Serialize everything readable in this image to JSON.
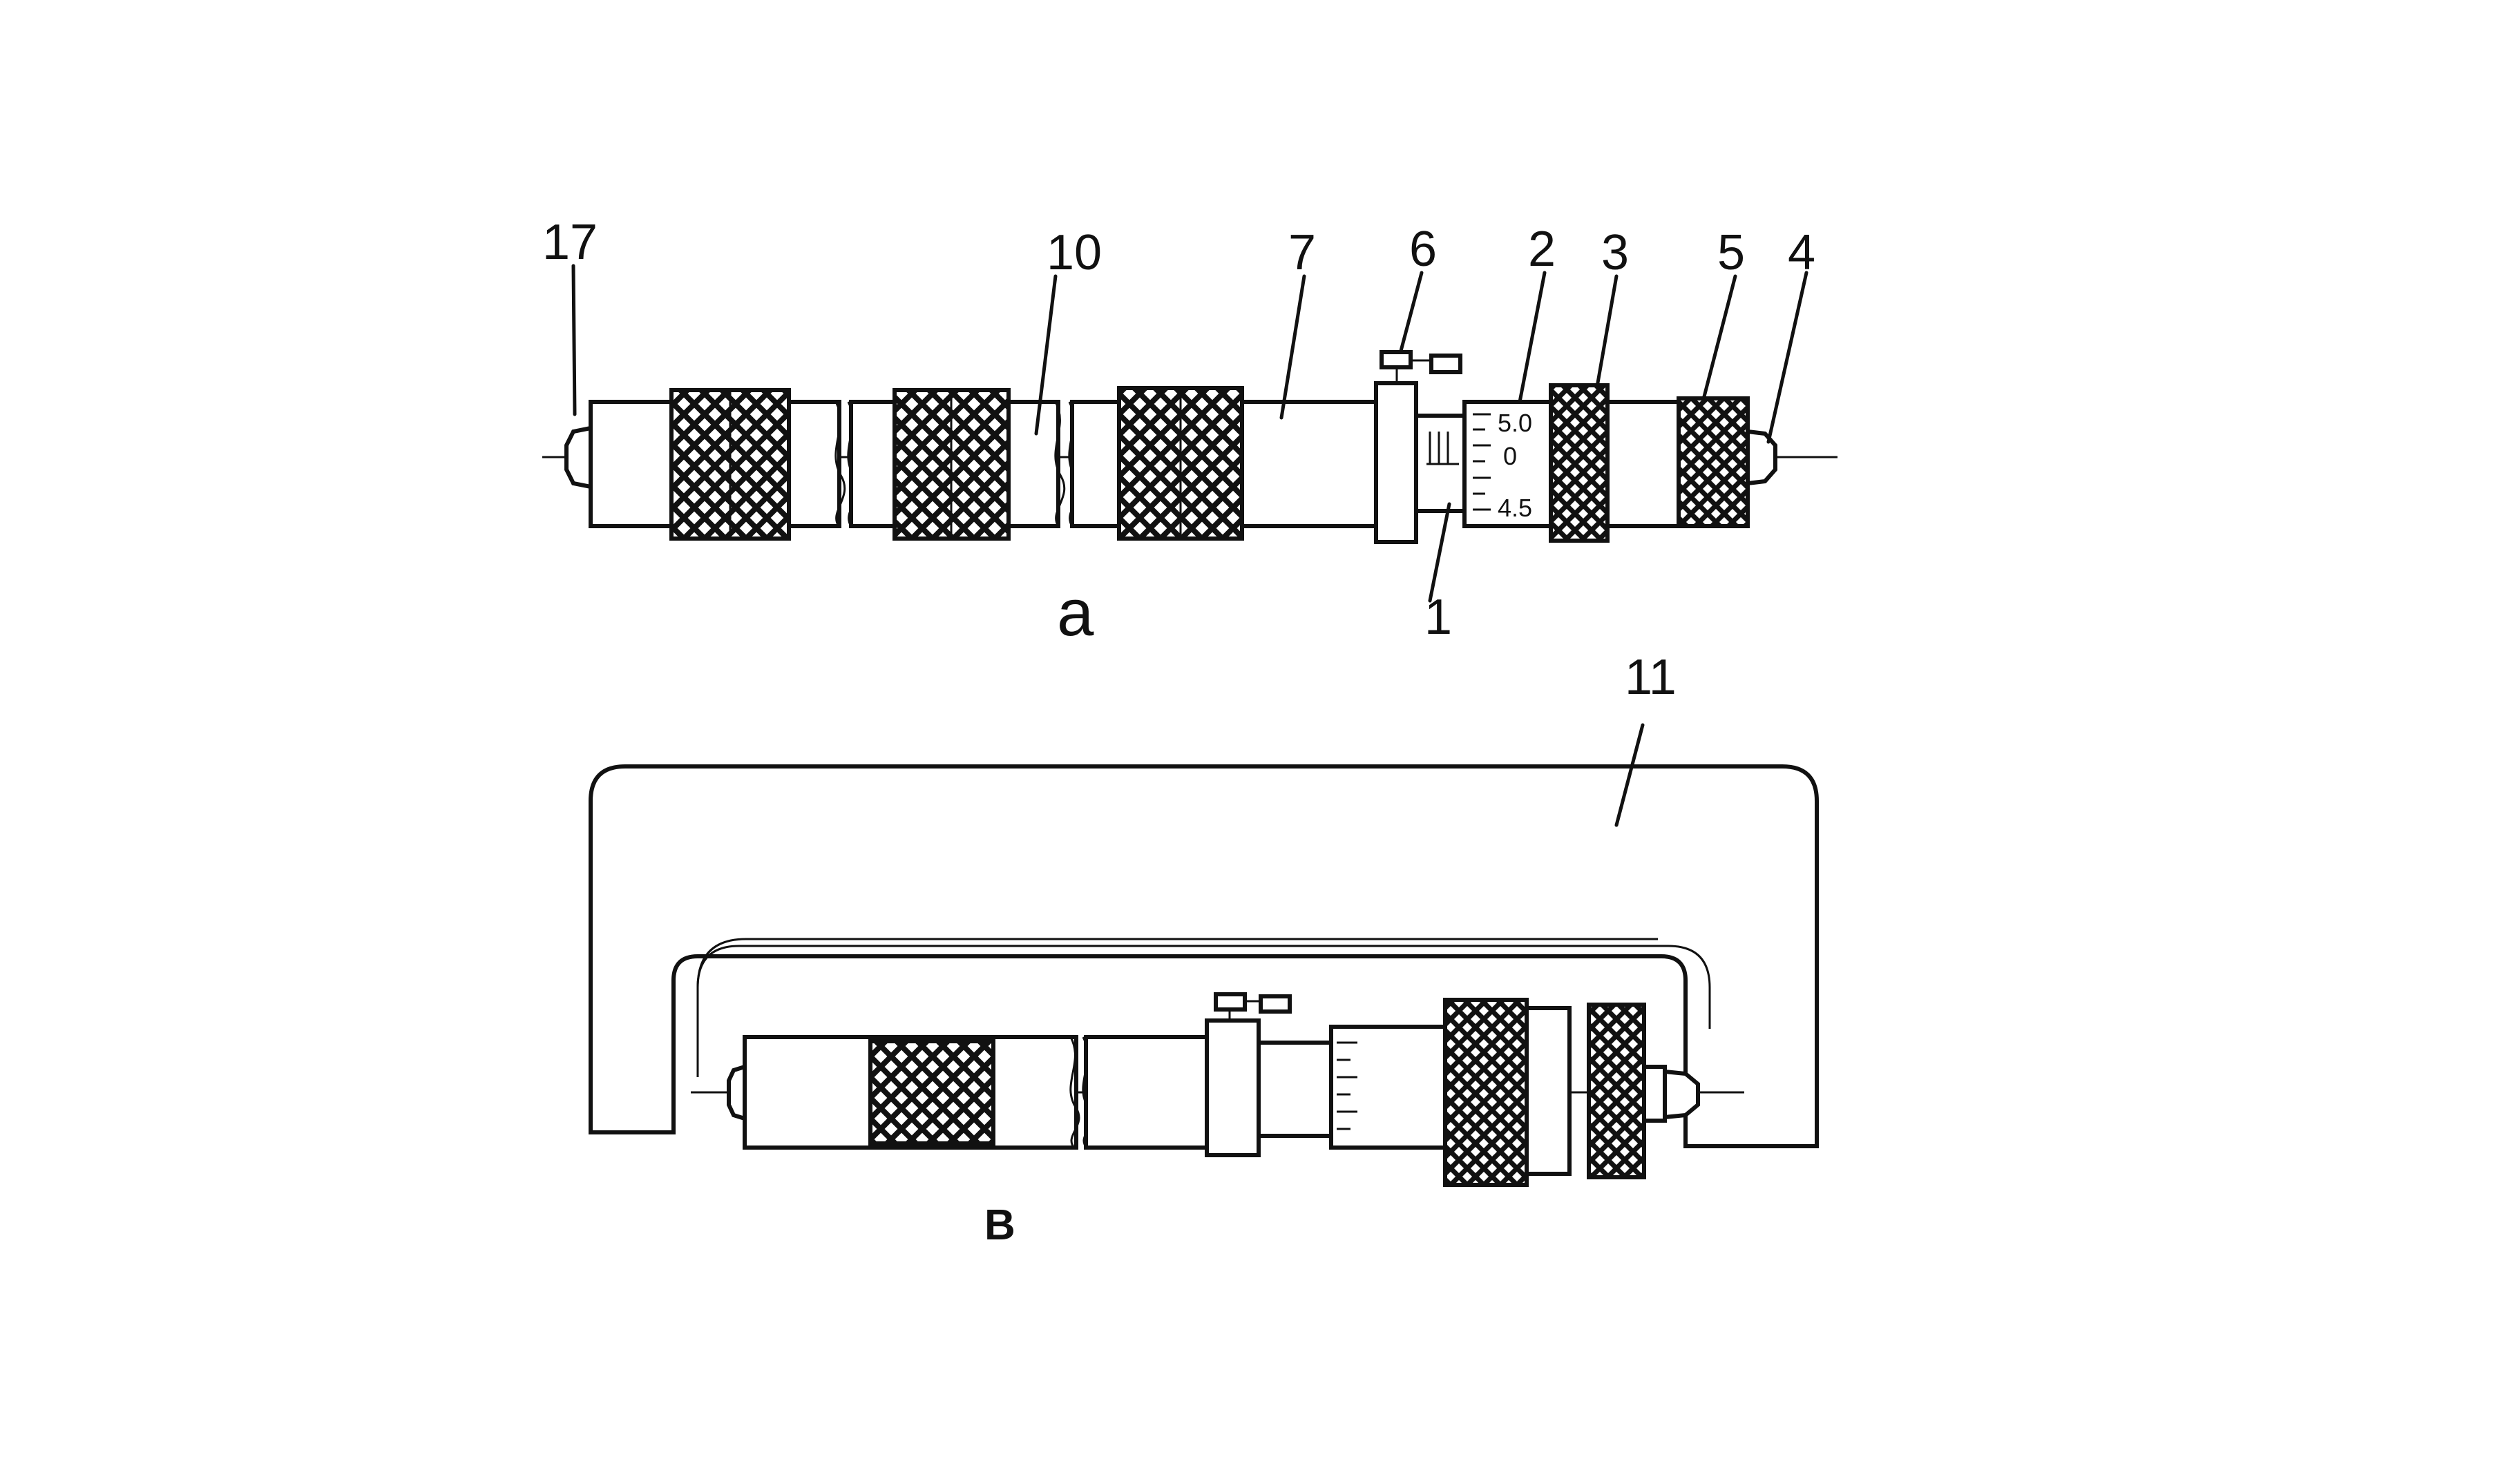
{
  "labels": {
    "part_17": "17",
    "part_10": "10",
    "part_7": "7",
    "part_6": "6",
    "part_2": "2",
    "part_3": "3",
    "part_5": "5",
    "part_4": "4",
    "part_1": "1",
    "part_11": "11"
  },
  "panels": {
    "a": "a",
    "b": "B"
  },
  "scale": {
    "upper": "5.0",
    "middle": "0",
    "lower": "4.5"
  }
}
